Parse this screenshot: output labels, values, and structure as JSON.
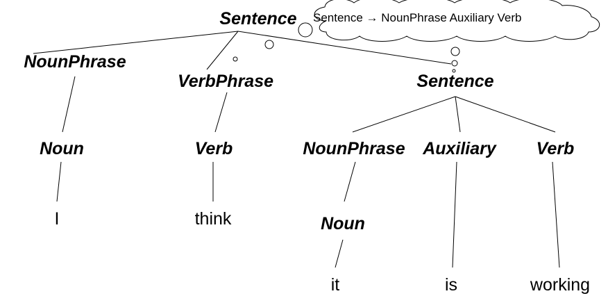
{
  "tree": {
    "root_label": "Sentence",
    "subject_np_label": "NounPhrase",
    "subject_noun_label": "Noun",
    "subject_word": "I",
    "vp_label": "VerbPhrase",
    "vp_verb_label": "Verb",
    "vp_word": "think",
    "embedded_sentence_label": "Sentence",
    "embedded_np_label": "NounPhrase",
    "embedded_noun_label": "Noun",
    "embedded_noun_word": "it",
    "auxiliary_label": "Auxiliary",
    "auxiliary_word": "is",
    "embedded_verb_label": "Verb",
    "embedded_verb_word": "working"
  },
  "thought_bubble": {
    "text": "Sentence → NounPhrase Auxiliary Verb"
  },
  "colors": {
    "ink": "#000000",
    "background": "#ffffff"
  }
}
